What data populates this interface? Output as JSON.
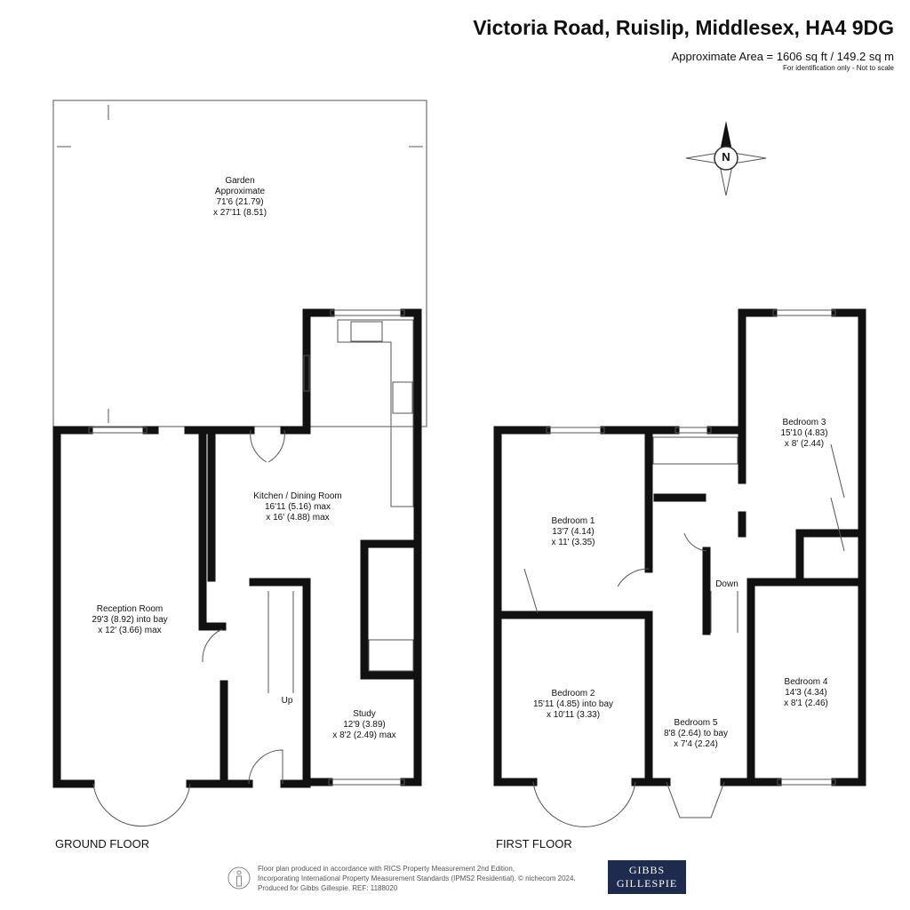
{
  "header": {
    "title": "Victoria Road, Ruislip, Middlesex, HA4 9DG",
    "area": "Approximate Area = 1606 sq ft / 149.2 sq m",
    "note": "For identification only - Not to scale"
  },
  "compass": {
    "label": "N"
  },
  "rooms": {
    "garden": [
      "Garden",
      "Approximate",
      "71'6 (21.79)",
      "x 27'11 (8.51)"
    ],
    "kitchen": [
      "Kitchen / Dining Room",
      "16'11 (5.16) max",
      "x 16' (4.88) max"
    ],
    "reception": [
      "Reception Room",
      "29'3 (8.92) into bay",
      "x 12' (3.66) max"
    ],
    "study": [
      "Study",
      "12'9 (3.89)",
      "x 8'2 (2.49) max"
    ],
    "up": "Up",
    "bed1": [
      "Bedroom 1",
      "13'7 (4.14)",
      "x 11' (3.35)"
    ],
    "bed2": [
      "Bedroom 2",
      "15'11 (4.85) into bay",
      "x 10'11 (3.33)"
    ],
    "bed3": [
      "Bedroom 3",
      "15'10 (4.83)",
      "x 8' (2.44)"
    ],
    "bed4": [
      "Bedroom 4",
      "14'3 (4.34)",
      "x 8'1 (2.46)"
    ],
    "bed5": [
      "Bedroom 5",
      "8'8 (2.64) to bay",
      "x 7'4 (2.24)"
    ],
    "down": "Down"
  },
  "floors": {
    "ground": "GROUND FLOOR",
    "first": "FIRST FLOOR"
  },
  "footer": {
    "line1": "Floor plan produced in accordance with RICS Property Measurement 2nd Edition,",
    "line2": "Incorporating International Property Measurement Standards (IPMS2 Residential).   © nichecom 2024.",
    "line3": "Produced for Gibbs Gillespie.   REF:  1188020",
    "logo1": "GIBBS",
    "logo2": "GILLESPIE"
  }
}
